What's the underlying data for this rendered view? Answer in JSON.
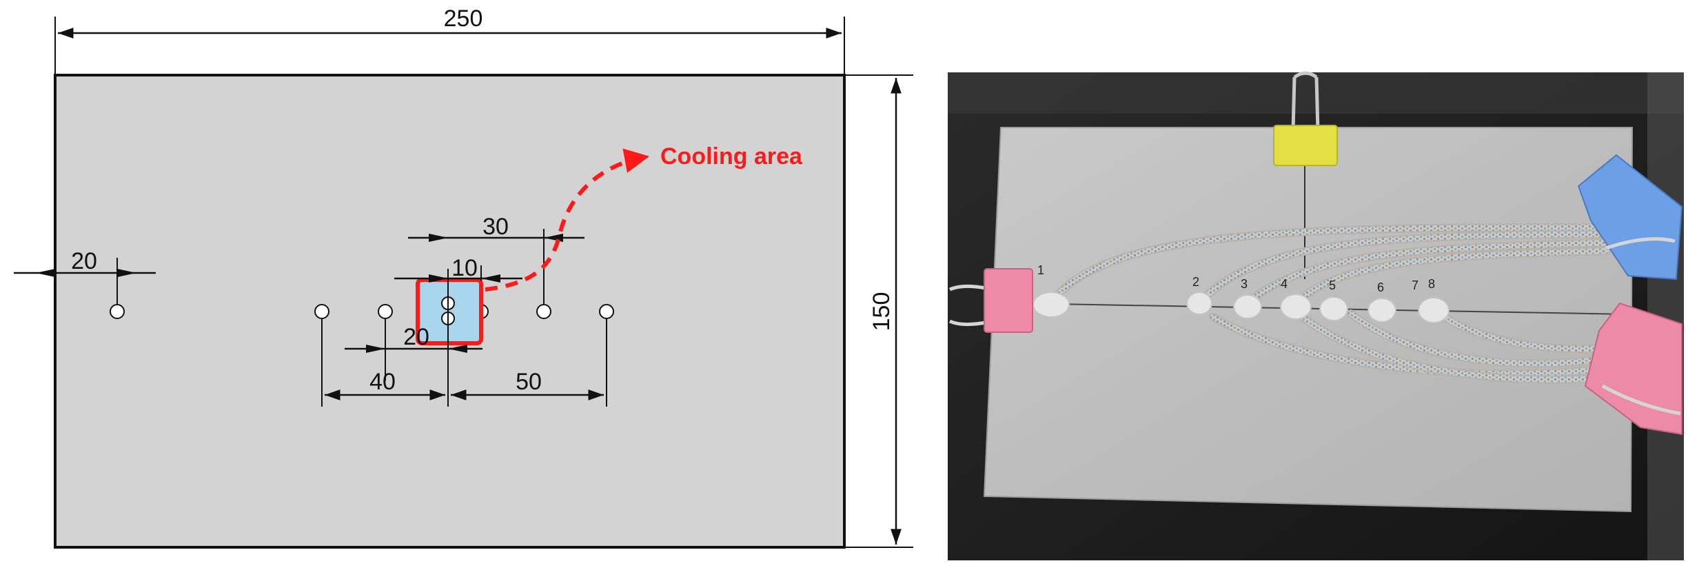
{
  "drawing": {
    "overall_width": "250",
    "overall_height": "150",
    "callout_label": "Cooling area",
    "dim_left_offset": "20",
    "dim_spacing_right": "30",
    "dim_cooling_inner": "10",
    "dim_cooling_width": "20",
    "dim_left_span": "40",
    "dim_right_span": "50"
  },
  "photo": {
    "thermocouple_marks": [
      "1",
      "2",
      "3",
      "4",
      "5",
      "6",
      "7",
      "8"
    ]
  },
  "colors": {
    "plate_fill": "#d3d3d3",
    "cooling_fill": "#a9d6ec",
    "cooling_outline": "#ff1a1a",
    "callout": "#ff1a1a",
    "clip_yellow": "#e2e044",
    "clip_pink": "#ec8aa8",
    "clip_blue": "#6d9fe6"
  }
}
